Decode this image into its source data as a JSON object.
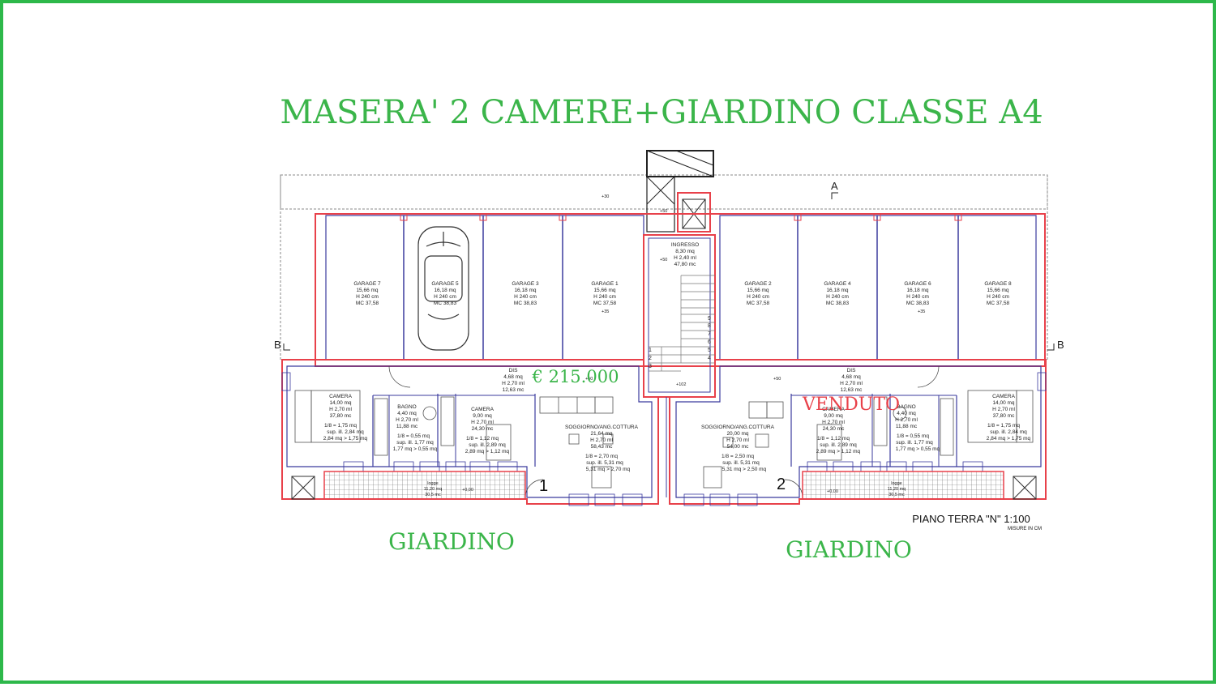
{
  "title": "MASERA' 2 CAMERE+GIARDINO CLASSE A4",
  "price": "€ 215.000",
  "sold": "VENDUTO",
  "garden_left": "GIARDINO",
  "garden_right": "GIARDINO",
  "plan_caption": "PIANO TERRA \"N\"  1:100",
  "plan_subcaption": "MISURE IN CM",
  "markers": {
    "section_a": "A",
    "section_b_left": "B",
    "section_b_right": "B",
    "unit_1": "1",
    "unit_2": "2"
  },
  "elevations": [
    "+30",
    "+50",
    "+50",
    "+35",
    "+35",
    "+50",
    "+102",
    "+50",
    "+50",
    "+0,00",
    "+0,00"
  ],
  "stair_steps": [
    "1",
    "2",
    "3",
    "4",
    "5",
    "6",
    "7",
    "8",
    "9"
  ],
  "garages": [
    {
      "name": "GARAGE 7",
      "area": "15,66 mq",
      "height": "H 240 cm",
      "volume": "MC 37,58"
    },
    {
      "name": "GARAGE 5",
      "area": "16,18 mq",
      "height": "H 240 cm",
      "volume": "MC 38,83"
    },
    {
      "name": "GARAGE 3",
      "area": "16,18 mq",
      "height": "H 240 cm",
      "volume": "MC 38,83"
    },
    {
      "name": "GARAGE 1",
      "area": "15,66 mq",
      "height": "H 240 cm",
      "volume": "MC 37,58"
    },
    {
      "name": "GARAGE 2",
      "area": "15,66 mq",
      "height": "H 240 cm",
      "volume": "MC 37,58"
    },
    {
      "name": "GARAGE 4",
      "area": "16,18 mq",
      "height": "H 240 cm",
      "volume": "MC 38,83"
    },
    {
      "name": "GARAGE 6",
      "area": "16,18 mq",
      "height": "H 240 cm",
      "volume": "MC 38,83"
    },
    {
      "name": "GARAGE 8",
      "area": "15,66 mq",
      "height": "H 240 cm",
      "volume": "MC 37,58"
    }
  ],
  "ingresso": {
    "name": "INGRESSO",
    "area": "8,30 mq",
    "height": "H 2,40 ml",
    "volume": "47,80 mc"
  },
  "rooms": [
    {
      "name": "DIS",
      "area": "4,68 mq",
      "height": "H 2,70 ml",
      "volume": "12,63 mc"
    },
    {
      "name": "CAMERA",
      "area": "14,00 mq",
      "height": "H 2,70 ml",
      "volume": "37,80 mc",
      "ratio1": "1/8 = 1,75 mq",
      "ratio2": "sup. ill. 2,84 mq",
      "ratio3": "2,84 mq > 1,75 mq"
    },
    {
      "name": "BAGNO",
      "area": "4,40 mq",
      "height": "H 2,70 ml",
      "volume": "11,88 mc",
      "ratio1": "1/8 = 0,55 mq",
      "ratio2": "sup. ill. 1,77 mq",
      "ratio3": "1,77 mq > 0,55 mq"
    },
    {
      "name": "CAMERA",
      "area": "9,00 mq",
      "height": "H 2,70 ml",
      "volume": "24,30 mc",
      "ratio1": "1/8 = 1,12 mq",
      "ratio2": "sup. ill. 2,89 mq",
      "ratio3": "2,89 mq > 1,12 mq"
    },
    {
      "name": "SOGGIORNO/ANG.COTTURA",
      "area": "21,64 mq",
      "height": "H 2,70 ml",
      "volume": "58,43 mc",
      "ratio1": "1/8 = 2,70 mq",
      "ratio2": "sup. ill. 5,31 mq",
      "ratio3": "5,31 mq > 2,70 mq"
    },
    {
      "name": "SOGGIORNO/ANG.COTTURA",
      "area": "20,00 mq",
      "height": "H 2,70 ml",
      "volume": "54,00 mc",
      "ratio1": "1/8 = 2,50 mq",
      "ratio2": "sup. ill. 5,31 mq",
      "ratio3": "5,31 mq > 2,50 mq"
    },
    {
      "name": "CAMERA",
      "area": "9,00 mq",
      "height": "H 2,70 ml",
      "volume": "24,30 mc",
      "ratio1": "1/8 = 1,12 mq",
      "ratio2": "sup. ill. 2,89 mq",
      "ratio3": "2,89 mq > 1,12 mq"
    },
    {
      "name": "BAGNO",
      "area": "4,40 mq",
      "height": "H 2,70 ml",
      "volume": "11,88 mc",
      "ratio1": "1/8 = 0,55 mq",
      "ratio2": "sup. ill. 1,77 mq",
      "ratio3": "1,77 mq > 0,55 mq"
    },
    {
      "name": "CAMERA",
      "area": "14,00 mq",
      "height": "H 2,70 ml",
      "volume": "37,80 mc",
      "ratio1": "1/8 = 1,75 mq",
      "ratio2": "sup. ill. 2,84 mq",
      "ratio3": "2,84 mq > 1,75 mq"
    },
    {
      "name": "DIS",
      "area": "4,68 mq",
      "height": "H 2,70 ml",
      "volume": "12,63 mc"
    }
  ],
  "porticos": [
    {
      "name": "logge",
      "area": "11,20 mq",
      "volume": "30,5 mc"
    },
    {
      "name": "logge",
      "area": "11,20 mq",
      "volume": "30,5 mc"
    }
  ],
  "colors": {
    "border": "#2db84a",
    "hand_text": "#3bb54a",
    "walls_outer": "#e8414a",
    "walls_inner": "#3b3b9e",
    "hatch": "#555555"
  }
}
